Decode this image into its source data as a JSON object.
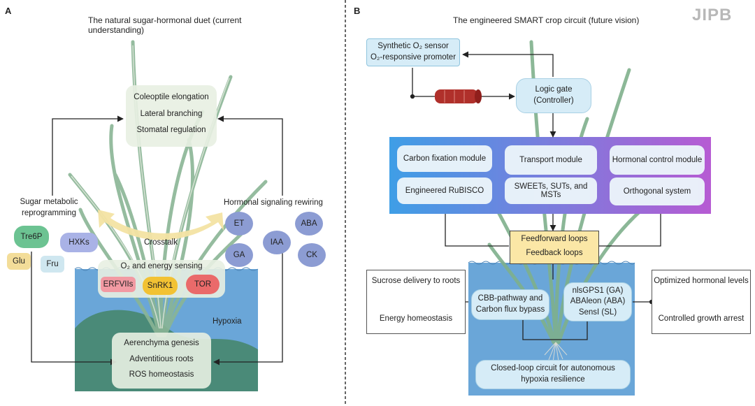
{
  "logo": "JIPB",
  "panel_a": {
    "letter": "A",
    "title": "The natural sugar-hormonal duet (current understanding)",
    "top_items": [
      "Coleoptile elongation",
      "Lateral branching",
      "Stomatal regulation"
    ],
    "left_label": "Sugar metabolic reprogramming",
    "right_label": "Hormonal signaling rewiring",
    "sugars": [
      "Tre6P",
      "HXKs",
      "Glu",
      "Fru"
    ],
    "hormones": [
      "ET",
      "ABA",
      "IAA",
      "GA",
      "CK"
    ],
    "crosstalk": "Crosstalk",
    "sensing_title": "O₂ and energy sensing",
    "sensors": [
      "ERFVIIs",
      "SnRK1",
      "TOR"
    ],
    "hypoxia": "Hypoxia",
    "bottom_items": [
      "Aerenchyma genesis",
      "Adventitious roots",
      "ROS homeostasis"
    ]
  },
  "panel_b": {
    "letter": "B",
    "title": "The engineered SMART crop circuit (future vision)",
    "sensor_line1": "Synthetic O₂ sensor",
    "sensor_line2": "O₂-responsive promoter",
    "logic_gate": "Logic gate (Controller)",
    "modules": [
      {
        "title": "Carbon fixation module",
        "detail": "Engineered RuBISCO"
      },
      {
        "title": "Transport module",
        "detail": "SWEETs, SUTs, and MSTs"
      },
      {
        "title": "Hormonal control module",
        "detail": "Orthogonal system"
      }
    ],
    "loops": [
      "Feedforward loops",
      "Feedback loops"
    ],
    "left_box": {
      "top": "Sucrose delivery to roots",
      "bottom": "Energy homeostasis"
    },
    "right_box": {
      "top": "Optimized hormonal levels",
      "bottom": "Controlled growth arrest"
    },
    "cbb": "CBB-pathway and Carbon flux bypass",
    "biosensors": "nlsGPS1 (GA) ABAleon (ABA) SensI (SL)",
    "closed_loop": "Closed-loop circuit for autonomous hypoxia resilience"
  },
  "colors": {
    "water": "#6aa6d8",
    "soil": "#4a8a78",
    "crosstalk_arrow": "#f3e3a3",
    "hormone_blob": "#8c9cd3",
    "sugar_green": "#6cc392",
    "sugar_purple": "#a9b2e6",
    "glu": "#f3dd99",
    "fru": "#cfe7f0",
    "erfviis": "#f29aa3",
    "snrk1": "#f2c233",
    "tor": "#ea6a6a",
    "module_gradient_start": "#3f9ee6",
    "module_gradient_end": "#b65bd3",
    "loops_box": "#fbe7a6"
  }
}
